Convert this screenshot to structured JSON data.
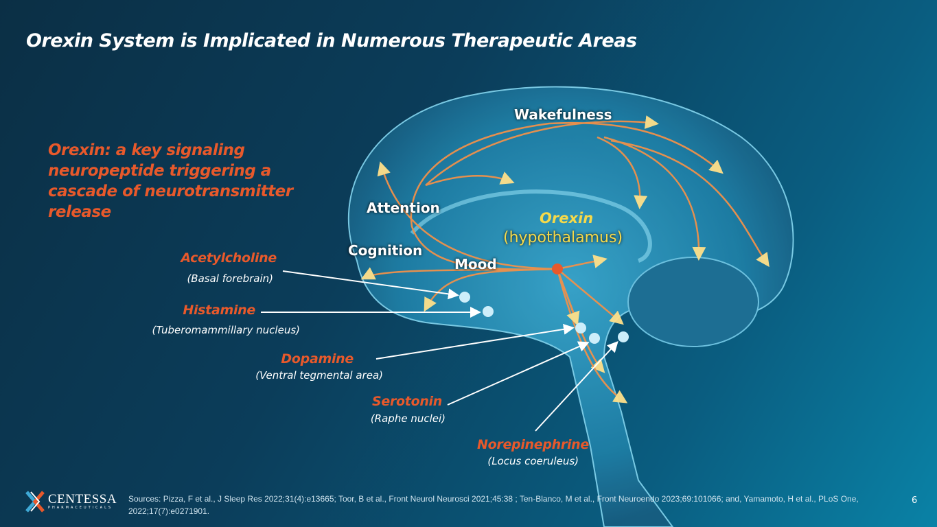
{
  "title": "Orexin System is Implicated in Numerous Therapeutic Areas",
  "tagline": "Orexin: a key signaling neuropeptide triggering a cascade of neurotransmitter release",
  "brain_areas": {
    "wakefulness": "Wakefulness",
    "attention": "Attention",
    "cognition": "Cognition",
    "mood": "Mood"
  },
  "orexin": {
    "name": "Orexin",
    "location": "(hypothalamus)"
  },
  "neurotransmitters": [
    {
      "name": "Acetylcholine",
      "source": "(Basal forebrain)"
    },
    {
      "name": "Histamine",
      "source": "(Tuberomammillary nucleus)"
    },
    {
      "name": "Dopamine",
      "source": "(Ventral tegmental area)"
    },
    {
      "name": "Serotonin",
      "source": "(Raphe nuclei)"
    },
    {
      "name": "Norepinephrine",
      "source": "(Locus coeruleus)"
    }
  ],
  "footer": {
    "logo": "CENTESSA",
    "logo_sub": "PHARMACEUTICALS",
    "sources": "Sources:  Pizza, F et al., J Sleep Res 2022;31(4):e13665; Toor, B et al., Front Neurol Neurosci 2021;45:38 ; Ten-Blanco, M et al., Front Neuroendo 2023;69:101066; and, Yamamoto, H et al., PLoS One, 2022;17(7):e0271901.",
    "page": "6"
  },
  "colors": {
    "accent": "#e8592b",
    "orexin": "#f5d94a",
    "brain": "#2a8fb5"
  }
}
